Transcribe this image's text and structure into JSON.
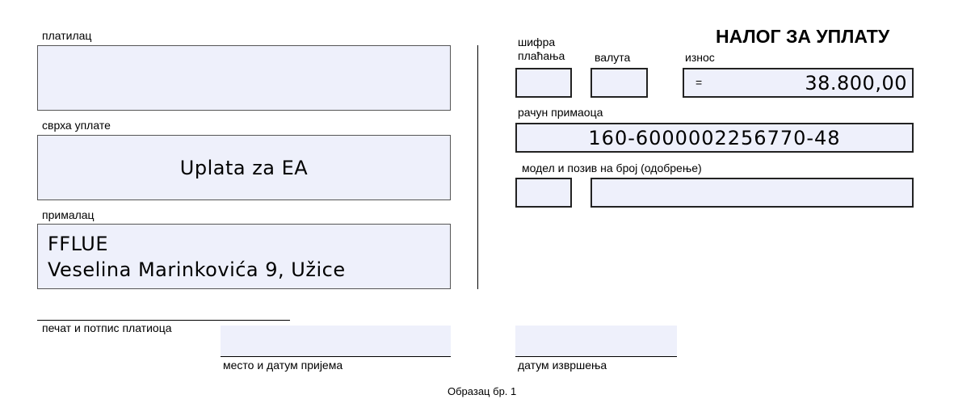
{
  "form": {
    "title": "НАЛОГ ЗА УПЛАТУ",
    "footer": "Образац бр. 1"
  },
  "payer": {
    "label": "платилац",
    "value": ""
  },
  "purpose": {
    "label": "сврха уплате",
    "value": "Uplata za EA"
  },
  "recipient": {
    "label": "прималац",
    "line1": "FFLUE",
    "line2": "Veselina Marinkovića 9, Užice"
  },
  "payment_code": {
    "label_line1": "шифра",
    "label_line2": "плаћања",
    "value": ""
  },
  "currency": {
    "label": "валута",
    "value": ""
  },
  "amount": {
    "label": "износ",
    "prefix": "=",
    "value": "38.800,00"
  },
  "recipient_account": {
    "label": "рачун примаоца",
    "value": "160-6000002256770-48"
  },
  "reference": {
    "label": "модел и позив на број (одобрење)",
    "model": "",
    "number": ""
  },
  "signature": {
    "label": "печат и потпис платиоца"
  },
  "place_date": {
    "label": "место и датум пријема",
    "value": ""
  },
  "execution_date": {
    "label": "датум извршења",
    "value": ""
  }
}
